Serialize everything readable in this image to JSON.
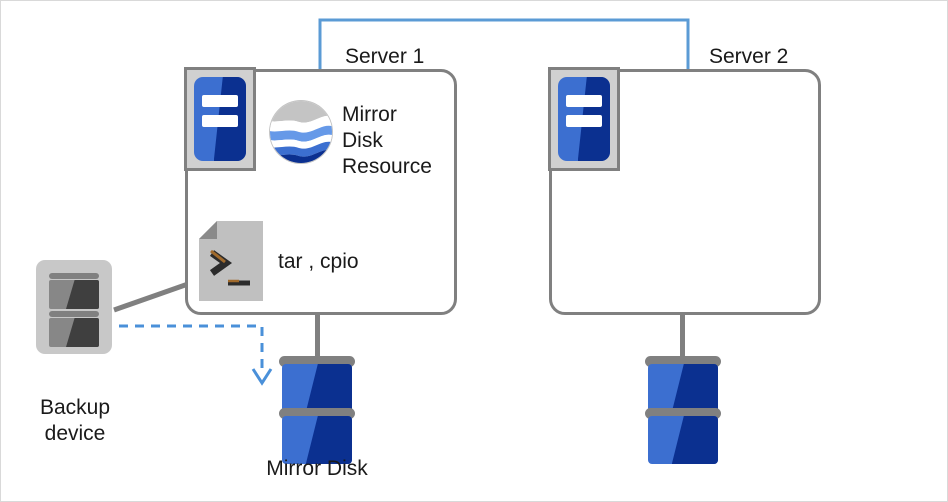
{
  "diagram": {
    "title": "Mirror disk backup using tar / cpio on Server 1",
    "type": "cluster-backup-diagram",
    "colors": {
      "interconnect_blue": "#5b9bd5",
      "dashed_arrow_blue": "#4a90d9",
      "outline_grey": "#808080",
      "disk_blue_light": "#3c6fd0",
      "disk_blue_dark": "#0b3090",
      "icon_frame_grey": "#d0d0d0",
      "backup_grey": "#c8c8c8",
      "canvas_border": "#d9d9d9",
      "text": "#1a1a1a"
    }
  },
  "servers": [
    {
      "id": "server-1",
      "label": "Server 1",
      "icon_name": "server-icon",
      "resources": [
        {
          "id": "mirror-disk-resource",
          "label": "Mirror\nDisk\nResource",
          "icon_name": "globe-icon"
        },
        {
          "id": "tar-cpio",
          "label": "tar , cpio",
          "icon_name": "script-file-icon"
        }
      ]
    },
    {
      "id": "server-2",
      "label": "Server 2",
      "icon_name": "server-icon",
      "resources": []
    }
  ],
  "disks": [
    {
      "id": "mirror-disk-1",
      "label": "Mirror Disk",
      "icon_name": "disk-stack-icon"
    },
    {
      "id": "mirror-disk-2",
      "label": "",
      "icon_name": "disk-stack-icon"
    }
  ],
  "backup": {
    "id": "backup-device",
    "label": "Backup\ndevice",
    "icon_name": "backup-device-icon"
  },
  "connections": [
    {
      "id": "interconnect",
      "from": "server-1",
      "to": "server-2",
      "style": "solid",
      "color": "#5b9bd5"
    },
    {
      "id": "backup-link",
      "from": "backup-device",
      "to": "server-1",
      "style": "solid",
      "color": "#808080"
    },
    {
      "id": "backup-flow",
      "from": "backup-device",
      "to": "mirror-disk-1",
      "style": "dashed-arrow",
      "color": "#4a90d9"
    },
    {
      "id": "server1-disk-link",
      "from": "server-1",
      "to": "mirror-disk-1",
      "style": "solid",
      "color": "#808080"
    },
    {
      "id": "server2-disk-link",
      "from": "server-2",
      "to": "mirror-disk-2",
      "style": "solid",
      "color": "#808080"
    }
  ],
  "labels": {
    "mirror_disk_resource_line1": "Mirror",
    "mirror_disk_resource_line2": "Disk",
    "mirror_disk_resource_line3": "Resource",
    "tar_cpio": "tar , cpio",
    "server1": "Server 1",
    "server2": "Server 2",
    "mirror_disk": "Mirror Disk",
    "backup_line1": "Backup",
    "backup_line2": "device"
  }
}
